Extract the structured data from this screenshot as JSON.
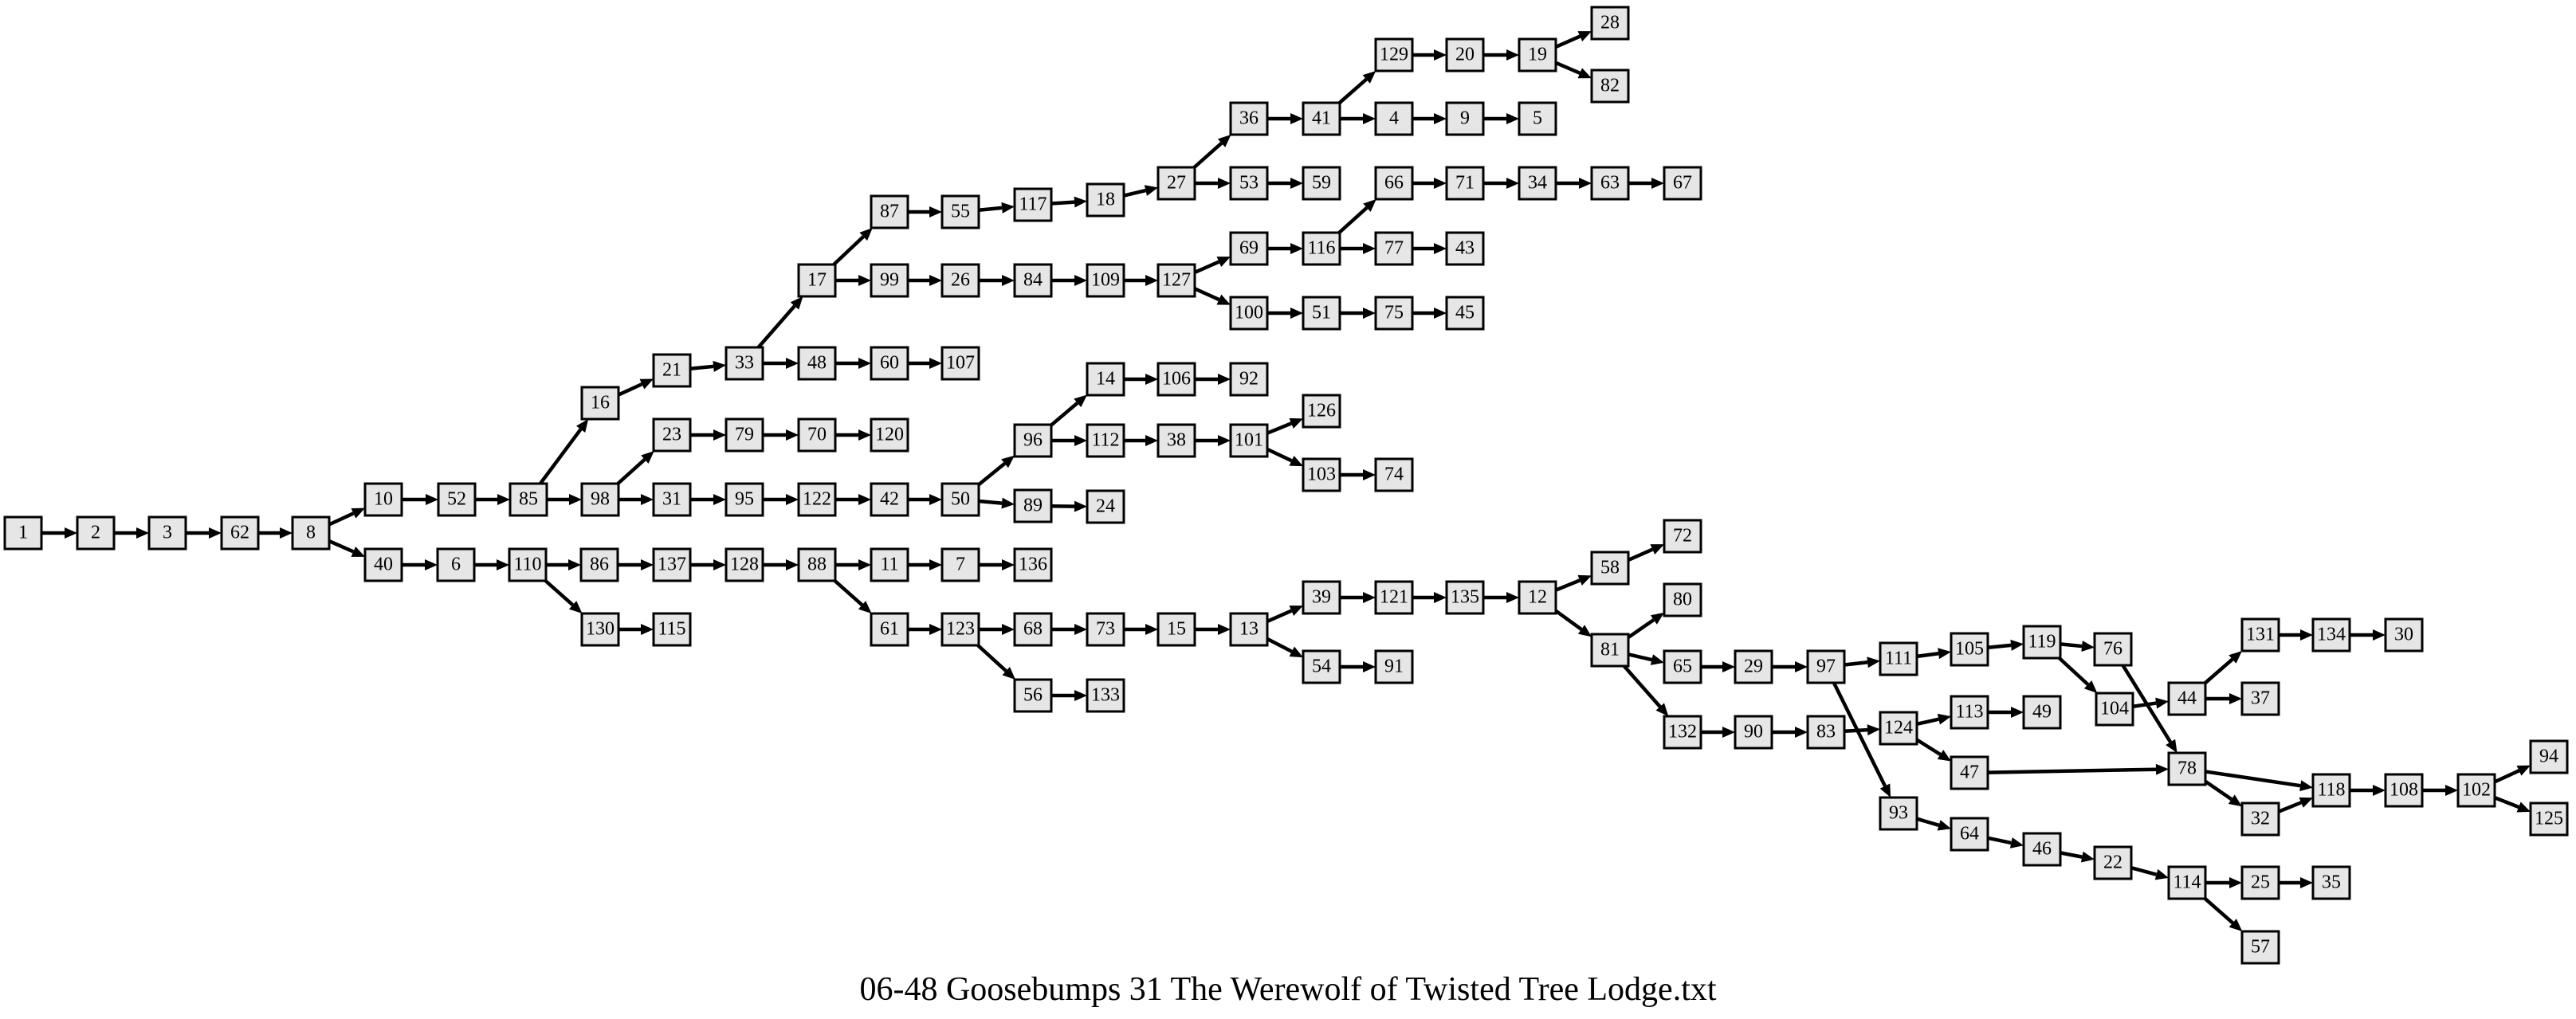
{
  "caption": "06-48 Goosebumps 31 The Werewolf of Twisted Tree Lodge.txt",
  "diagram": {
    "type": "directed-graph",
    "node_fill": "#e6e6e6",
    "stroke_color": "#000000",
    "nodes": [
      "1",
      "2",
      "3",
      "62",
      "8",
      "10",
      "40",
      "52",
      "6",
      "85",
      "110",
      "16",
      "98",
      "86",
      "130",
      "21",
      "23",
      "31",
      "137",
      "115",
      "33",
      "79",
      "95",
      "128",
      "17",
      "48",
      "70",
      "122",
      "88",
      "87",
      "99",
      "60",
      "120",
      "42",
      "11",
      "61",
      "55",
      "26",
      "107",
      "50",
      "7",
      "123",
      "117",
      "84",
      "96",
      "89",
      "136",
      "68",
      "56",
      "18",
      "109",
      "14",
      "112",
      "24",
      "73",
      "133",
      "27",
      "127",
      "106",
      "38",
      "15",
      "36",
      "53",
      "69",
      "100",
      "92",
      "101",
      "13",
      "41",
      "59",
      "116",
      "51",
      "126",
      "103",
      "39",
      "54",
      "129",
      "4",
      "66",
      "77",
      "75",
      "74",
      "121",
      "91",
      "20",
      "9",
      "71",
      "43",
      "45",
      "135",
      "19",
      "5",
      "34",
      "12",
      "28",
      "82",
      "63",
      "58",
      "81",
      "67",
      "72",
      "80",
      "65",
      "132",
      "29",
      "90",
      "97",
      "83",
      "111",
      "124",
      "93",
      "105",
      "113",
      "47",
      "64",
      "119",
      "49",
      "46",
      "76",
      "104",
      "22",
      "44",
      "131",
      "78",
      "114",
      "37",
      "134",
      "32",
      "25",
      "57",
      "118",
      "30",
      "35",
      "108",
      "102",
      "94",
      "125"
    ],
    "edges": [
      [
        "1",
        "2"
      ],
      [
        "2",
        "3"
      ],
      [
        "3",
        "62"
      ],
      [
        "62",
        "8"
      ],
      [
        "8",
        "10"
      ],
      [
        "8",
        "40"
      ],
      [
        "10",
        "52"
      ],
      [
        "40",
        "6"
      ],
      [
        "52",
        "85"
      ],
      [
        "6",
        "110"
      ],
      [
        "85",
        "16"
      ],
      [
        "85",
        "98"
      ],
      [
        "110",
        "86"
      ],
      [
        "110",
        "130"
      ],
      [
        "16",
        "21"
      ],
      [
        "98",
        "23"
      ],
      [
        "98",
        "31"
      ],
      [
        "86",
        "137"
      ],
      [
        "130",
        "115"
      ],
      [
        "21",
        "33"
      ],
      [
        "23",
        "79"
      ],
      [
        "31",
        "95"
      ],
      [
        "137",
        "128"
      ],
      [
        "33",
        "17"
      ],
      [
        "33",
        "48"
      ],
      [
        "79",
        "70"
      ],
      [
        "95",
        "122"
      ],
      [
        "128",
        "88"
      ],
      [
        "17",
        "87"
      ],
      [
        "17",
        "99"
      ],
      [
        "48",
        "60"
      ],
      [
        "70",
        "120"
      ],
      [
        "122",
        "42"
      ],
      [
        "88",
        "11"
      ],
      [
        "88",
        "61"
      ],
      [
        "87",
        "55"
      ],
      [
        "99",
        "26"
      ],
      [
        "60",
        "107"
      ],
      [
        "42",
        "50"
      ],
      [
        "11",
        "7"
      ],
      [
        "61",
        "123"
      ],
      [
        "55",
        "117"
      ],
      [
        "26",
        "84"
      ],
      [
        "50",
        "96"
      ],
      [
        "50",
        "89"
      ],
      [
        "7",
        "136"
      ],
      [
        "123",
        "68"
      ],
      [
        "123",
        "56"
      ],
      [
        "117",
        "18"
      ],
      [
        "84",
        "109"
      ],
      [
        "96",
        "14"
      ],
      [
        "96",
        "112"
      ],
      [
        "89",
        "24"
      ],
      [
        "68",
        "73"
      ],
      [
        "56",
        "133"
      ],
      [
        "18",
        "27"
      ],
      [
        "109",
        "127"
      ],
      [
        "14",
        "106"
      ],
      [
        "112",
        "38"
      ],
      [
        "73",
        "15"
      ],
      [
        "27",
        "36"
      ],
      [
        "27",
        "53"
      ],
      [
        "127",
        "69"
      ],
      [
        "127",
        "100"
      ],
      [
        "106",
        "92"
      ],
      [
        "38",
        "101"
      ],
      [
        "15",
        "13"
      ],
      [
        "36",
        "41"
      ],
      [
        "53",
        "59"
      ],
      [
        "69",
        "116"
      ],
      [
        "100",
        "51"
      ],
      [
        "101",
        "126"
      ],
      [
        "101",
        "103"
      ],
      [
        "13",
        "39"
      ],
      [
        "13",
        "54"
      ],
      [
        "41",
        "129"
      ],
      [
        "41",
        "4"
      ],
      [
        "116",
        "66"
      ],
      [
        "116",
        "77"
      ],
      [
        "51",
        "75"
      ],
      [
        "103",
        "74"
      ],
      [
        "39",
        "121"
      ],
      [
        "54",
        "91"
      ],
      [
        "129",
        "20"
      ],
      [
        "4",
        "9"
      ],
      [
        "66",
        "71"
      ],
      [
        "77",
        "43"
      ],
      [
        "75",
        "45"
      ],
      [
        "121",
        "135"
      ],
      [
        "20",
        "19"
      ],
      [
        "9",
        "5"
      ],
      [
        "71",
        "34"
      ],
      [
        "135",
        "12"
      ],
      [
        "19",
        "28"
      ],
      [
        "19",
        "82"
      ],
      [
        "34",
        "63"
      ],
      [
        "12",
        "58"
      ],
      [
        "12",
        "81"
      ],
      [
        "63",
        "67"
      ],
      [
        "58",
        "72"
      ],
      [
        "81",
        "80"
      ],
      [
        "81",
        "65"
      ],
      [
        "81",
        "132"
      ],
      [
        "65",
        "29"
      ],
      [
        "132",
        "90"
      ],
      [
        "29",
        "97"
      ],
      [
        "90",
        "83"
      ],
      [
        "97",
        "111"
      ],
      [
        "97",
        "93"
      ],
      [
        "83",
        "124"
      ],
      [
        "111",
        "105"
      ],
      [
        "124",
        "113"
      ],
      [
        "124",
        "47"
      ],
      [
        "93",
        "64"
      ],
      [
        "105",
        "119"
      ],
      [
        "113",
        "49"
      ],
      [
        "47",
        "78"
      ],
      [
        "64",
        "46"
      ],
      [
        "119",
        "76"
      ],
      [
        "119",
        "104"
      ],
      [
        "76",
        "78"
      ],
      [
        "104",
        "44"
      ],
      [
        "46",
        "22"
      ],
      [
        "44",
        "131"
      ],
      [
        "44",
        "37"
      ],
      [
        "78",
        "118"
      ],
      [
        "78",
        "32"
      ],
      [
        "22",
        "114"
      ],
      [
        "131",
        "134"
      ],
      [
        "32",
        "118"
      ],
      [
        "114",
        "25"
      ],
      [
        "114",
        "57"
      ],
      [
        "118",
        "108"
      ],
      [
        "134",
        "30"
      ],
      [
        "25",
        "35"
      ],
      [
        "108",
        "102"
      ],
      [
        "102",
        "94"
      ],
      [
        "102",
        "125"
      ]
    ]
  }
}
